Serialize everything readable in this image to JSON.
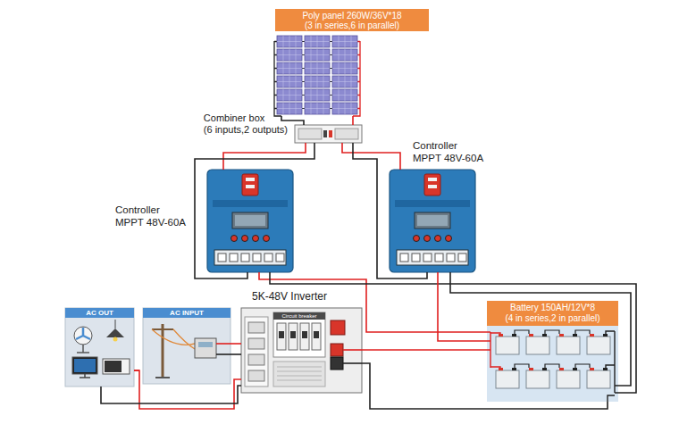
{
  "diagram": {
    "nodes": [
      {
        "text": [
          "Poly panel 260W/36V*18",
          "(3 in series,6 in parallel)"
        ]
      },
      {
        "text": [
          "Combiner box",
          "(6 inputs,2 outputs)"
        ]
      },
      {
        "text": [
          "Controller",
          "MPPT 48V-60A"
        ]
      },
      {
        "text": [
          "Controller",
          "MPPT 48V-60A"
        ]
      },
      {
        "text": [
          "5K-48V Inverter"
        ]
      },
      {
        "text": [
          "AC OUT"
        ]
      },
      {
        "text": [
          "AC INPUT"
        ]
      },
      {
        "text": [
          "Battery 150AH/12V*8",
          "(4 in series,2 in parallel)"
        ]
      }
    ],
    "edges": [
      {
        "from": 0,
        "to": 1,
        "arrow": "none"
      },
      {
        "from": 1,
        "to": 2,
        "arrow": "none"
      },
      {
        "from": 1,
        "to": 3,
        "arrow": "none"
      },
      {
        "from": 2,
        "to": 7,
        "arrow": "none"
      },
      {
        "from": 3,
        "to": 7,
        "arrow": "none"
      },
      {
        "from": 4,
        "to": 7,
        "arrow": "none"
      },
      {
        "from": 5,
        "to": 4,
        "arrow": "none"
      },
      {
        "from": 6,
        "to": 4,
        "arrow": "none"
      }
    ],
    "labels": [
      "Circuit breaker"
    ]
  }
}
